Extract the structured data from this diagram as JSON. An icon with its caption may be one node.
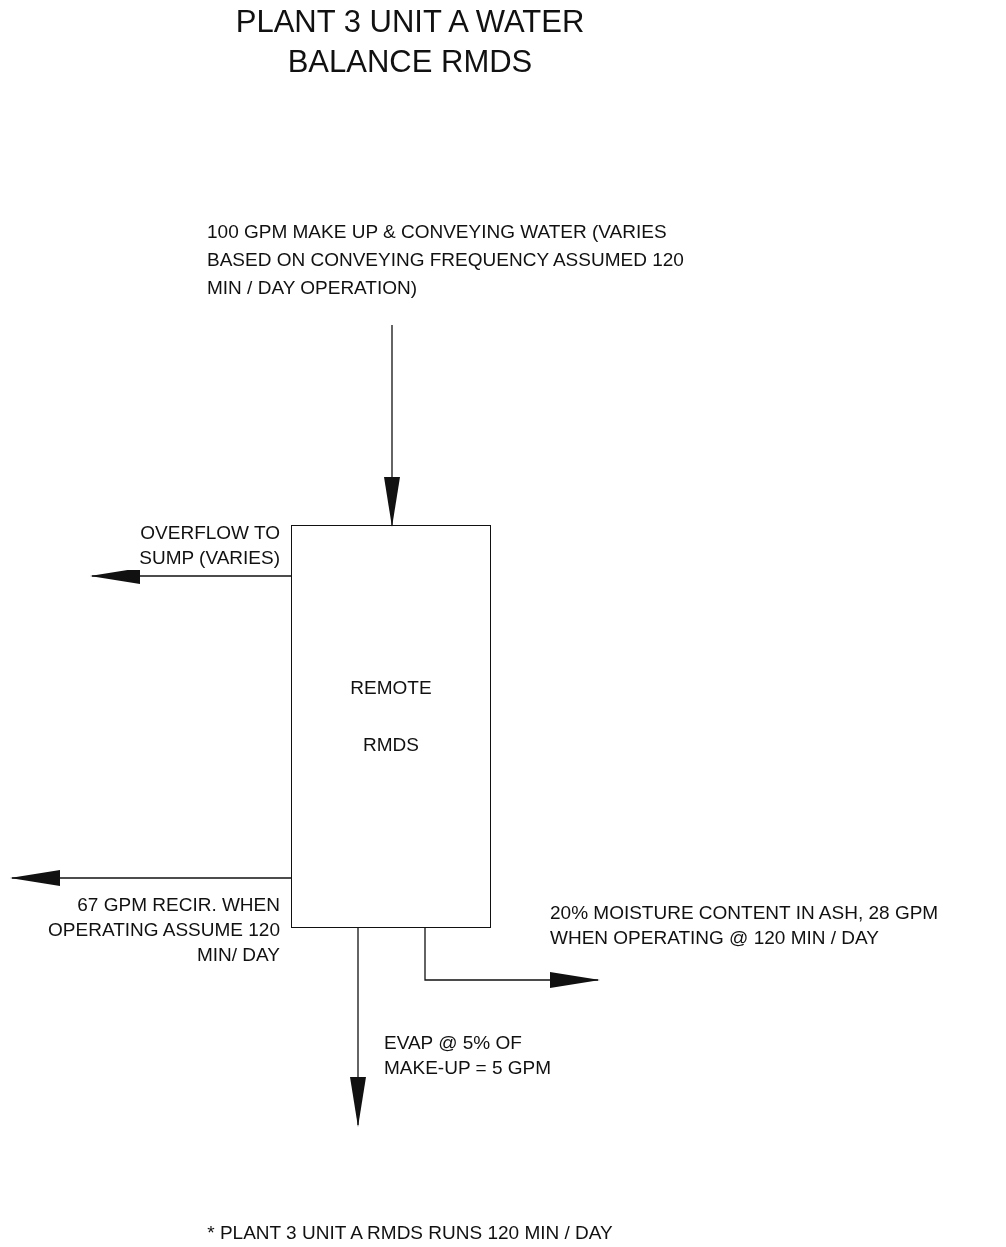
{
  "diagram": {
    "title": "PLANT 3 UNIT A WATER BALANCE RMDS",
    "caption": "* PLANT 3 UNIT A RMDS RUNS 120 MIN / DAY",
    "nodes": [
      {
        "text": [
          "100 GPM MAKE UP & CONVEYING WATER (VARIES BASED ON CONVEYING FREQUENCY ASSUMED 120 MIN / DAY OPERATION)"
        ]
      },
      {
        "text": [
          "REMOTE",
          "RMDS"
        ]
      }
    ],
    "edges": [
      {
        "from": 0,
        "to": 1,
        "arrow": "to"
      },
      {
        "from": 1,
        "to": null,
        "arrow": "to",
        "label": "OVERFLOW TO SUMP (VARIES)"
      },
      {
        "from": 1,
        "to": null,
        "arrow": "to",
        "label": "67 GPM RECIR. WHEN OPERATING ASSUME 120 MIN/ DAY"
      },
      {
        "from": 1,
        "to": null,
        "arrow": "to",
        "label": "EVAP @ 5% OF MAKE-UP = 5 GPM"
      },
      {
        "from": 1,
        "to": null,
        "arrow": "to",
        "label": "20% MOISTURE CONTENT IN ASH, 28 GPM WHEN OPERATING @ 120 MIN / DAY"
      }
    ]
  }
}
